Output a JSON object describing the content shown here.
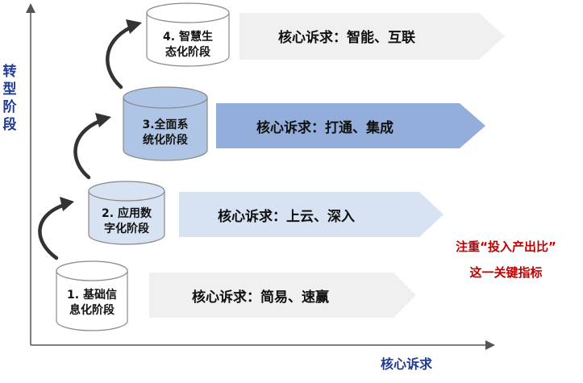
{
  "axis": {
    "vertical_label": [
      "转",
      "型",
      "阶",
      "段"
    ],
    "horizontal_label": "核心诉求"
  },
  "stages": [
    {
      "label_line1": "1. 基础信",
      "label_line2": "息化阶段",
      "demand": "核心诉求：简易、速赢",
      "cylinder_fill": "#FFFFFF",
      "arrow_fill": "#F0F0F0"
    },
    {
      "label_line1": "2. 应用数",
      "label_line2": "字化阶段",
      "demand": "核心诉求：上云、深入",
      "cylinder_fill": "#D7E3F3",
      "arrow_fill": "#D7E3F3"
    },
    {
      "label_line1": "3.全面系",
      "label_line2": "统化阶段",
      "demand": "核心诉求：打通、集成",
      "cylinder_fill": "#AFC5E6",
      "arrow_fill": "#93AEDA"
    },
    {
      "label_line1": "4. 智慧生",
      "label_line2": "态化阶段",
      "demand": "核心诉求：智能、互联",
      "cylinder_fill": "#FFFFFF",
      "arrow_fill": "#F0F0F0"
    }
  ],
  "note": {
    "line1": "注重“投入产出比”",
    "line2": "这一关键指标"
  },
  "colors": {
    "axis": "#555555",
    "accent_blue": "#1F3A93",
    "note_red": "#C00000",
    "curved_arrow": "#333333"
  }
}
